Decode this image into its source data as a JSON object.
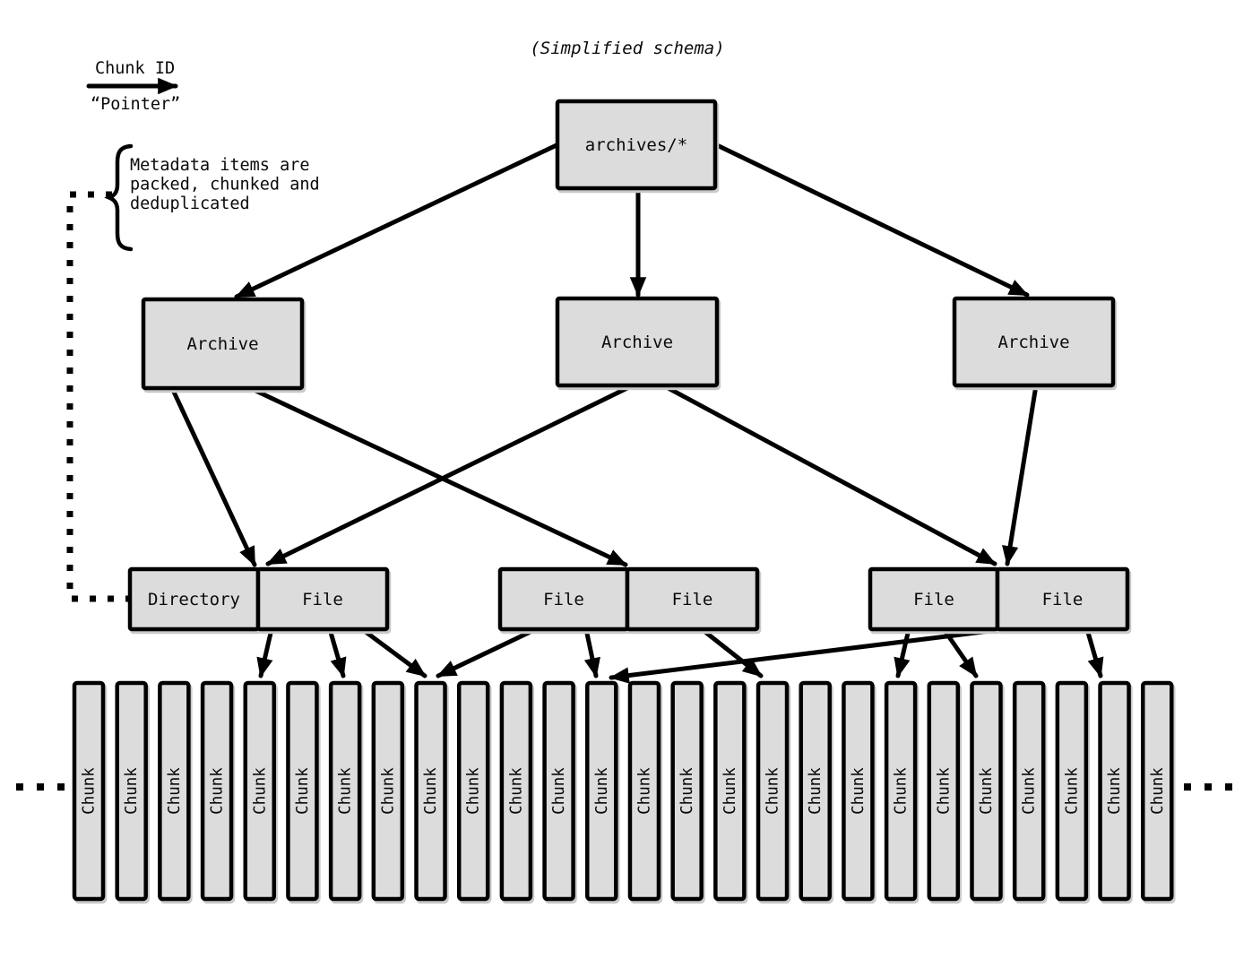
{
  "title": "(Simplified schema)",
  "legend": {
    "label": "Chunk ID",
    "sublabel": "“Pointer”"
  },
  "annotation": {
    "line1": "Metadata items are",
    "line2": "packed, chunked and",
    "line3": "deduplicated"
  },
  "diagram": {
    "root": {
      "label": "archives/*"
    },
    "archives": [
      "Archive",
      "Archive",
      "Archive"
    ],
    "pairs": [
      {
        "left": "Directory",
        "right": "File"
      },
      {
        "left": "File",
        "right": "File"
      },
      {
        "left": "File",
        "right": "File"
      }
    ]
  },
  "chunks": {
    "labels": [
      "Chunk",
      "Chunk",
      "Chunk",
      "Chunk",
      "Chunk",
      "Chunk",
      "Chunk",
      "Chunk",
      "Chunk",
      "Chunk",
      "Chunk",
      "Chunk",
      "Chunk",
      "Chunk",
      "Chunk",
      "Chunk",
      "Chunk",
      "Chunk",
      "Chunk",
      "Chunk",
      "Chunk",
      "Chunk",
      "Chunk",
      "Chunk",
      "Chunk",
      "Chunk"
    ]
  },
  "ellipsis": {
    "left": "...",
    "right": "..."
  },
  "colors": {
    "background": "#ffffff",
    "box_fill": "#dcdcdc",
    "stroke": "#000000",
    "shadow": "#c9c9c9"
  }
}
